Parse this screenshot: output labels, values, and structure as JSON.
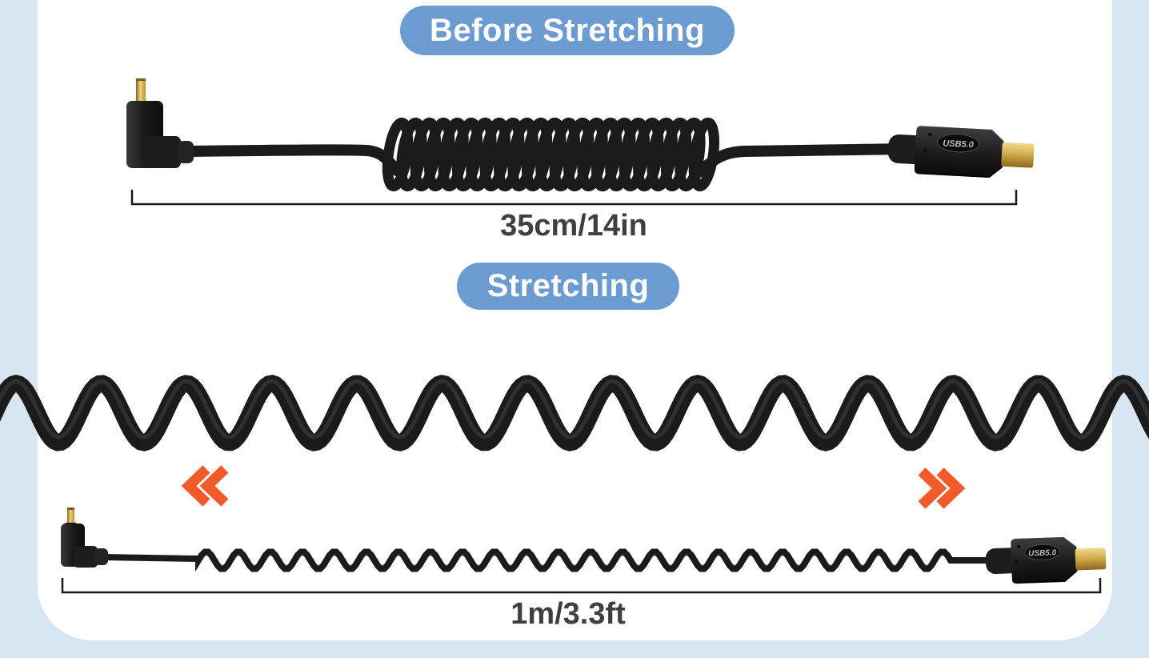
{
  "colors": {
    "background": "#d8e6f3",
    "card": "#ffffff",
    "badge": "#6c9bd2",
    "badge_text": "#ffffff",
    "label": "#3f3f3f",
    "bracket": "#1a1a1a",
    "arrow": "#f15a29",
    "cable": "#1b1b1b",
    "gold": "#d2a94e"
  },
  "badges": {
    "before": {
      "label": "Before Stretching"
    },
    "during": {
      "label": "Stretching"
    }
  },
  "measurements": {
    "coiled": "35cm/14in",
    "stretched": "1m/3.3ft"
  },
  "cable": {
    "connector_badge": "USB5.0"
  },
  "icons": {
    "left_arrow": "double-chevron-left",
    "right_arrow": "double-chevron-right"
  }
}
